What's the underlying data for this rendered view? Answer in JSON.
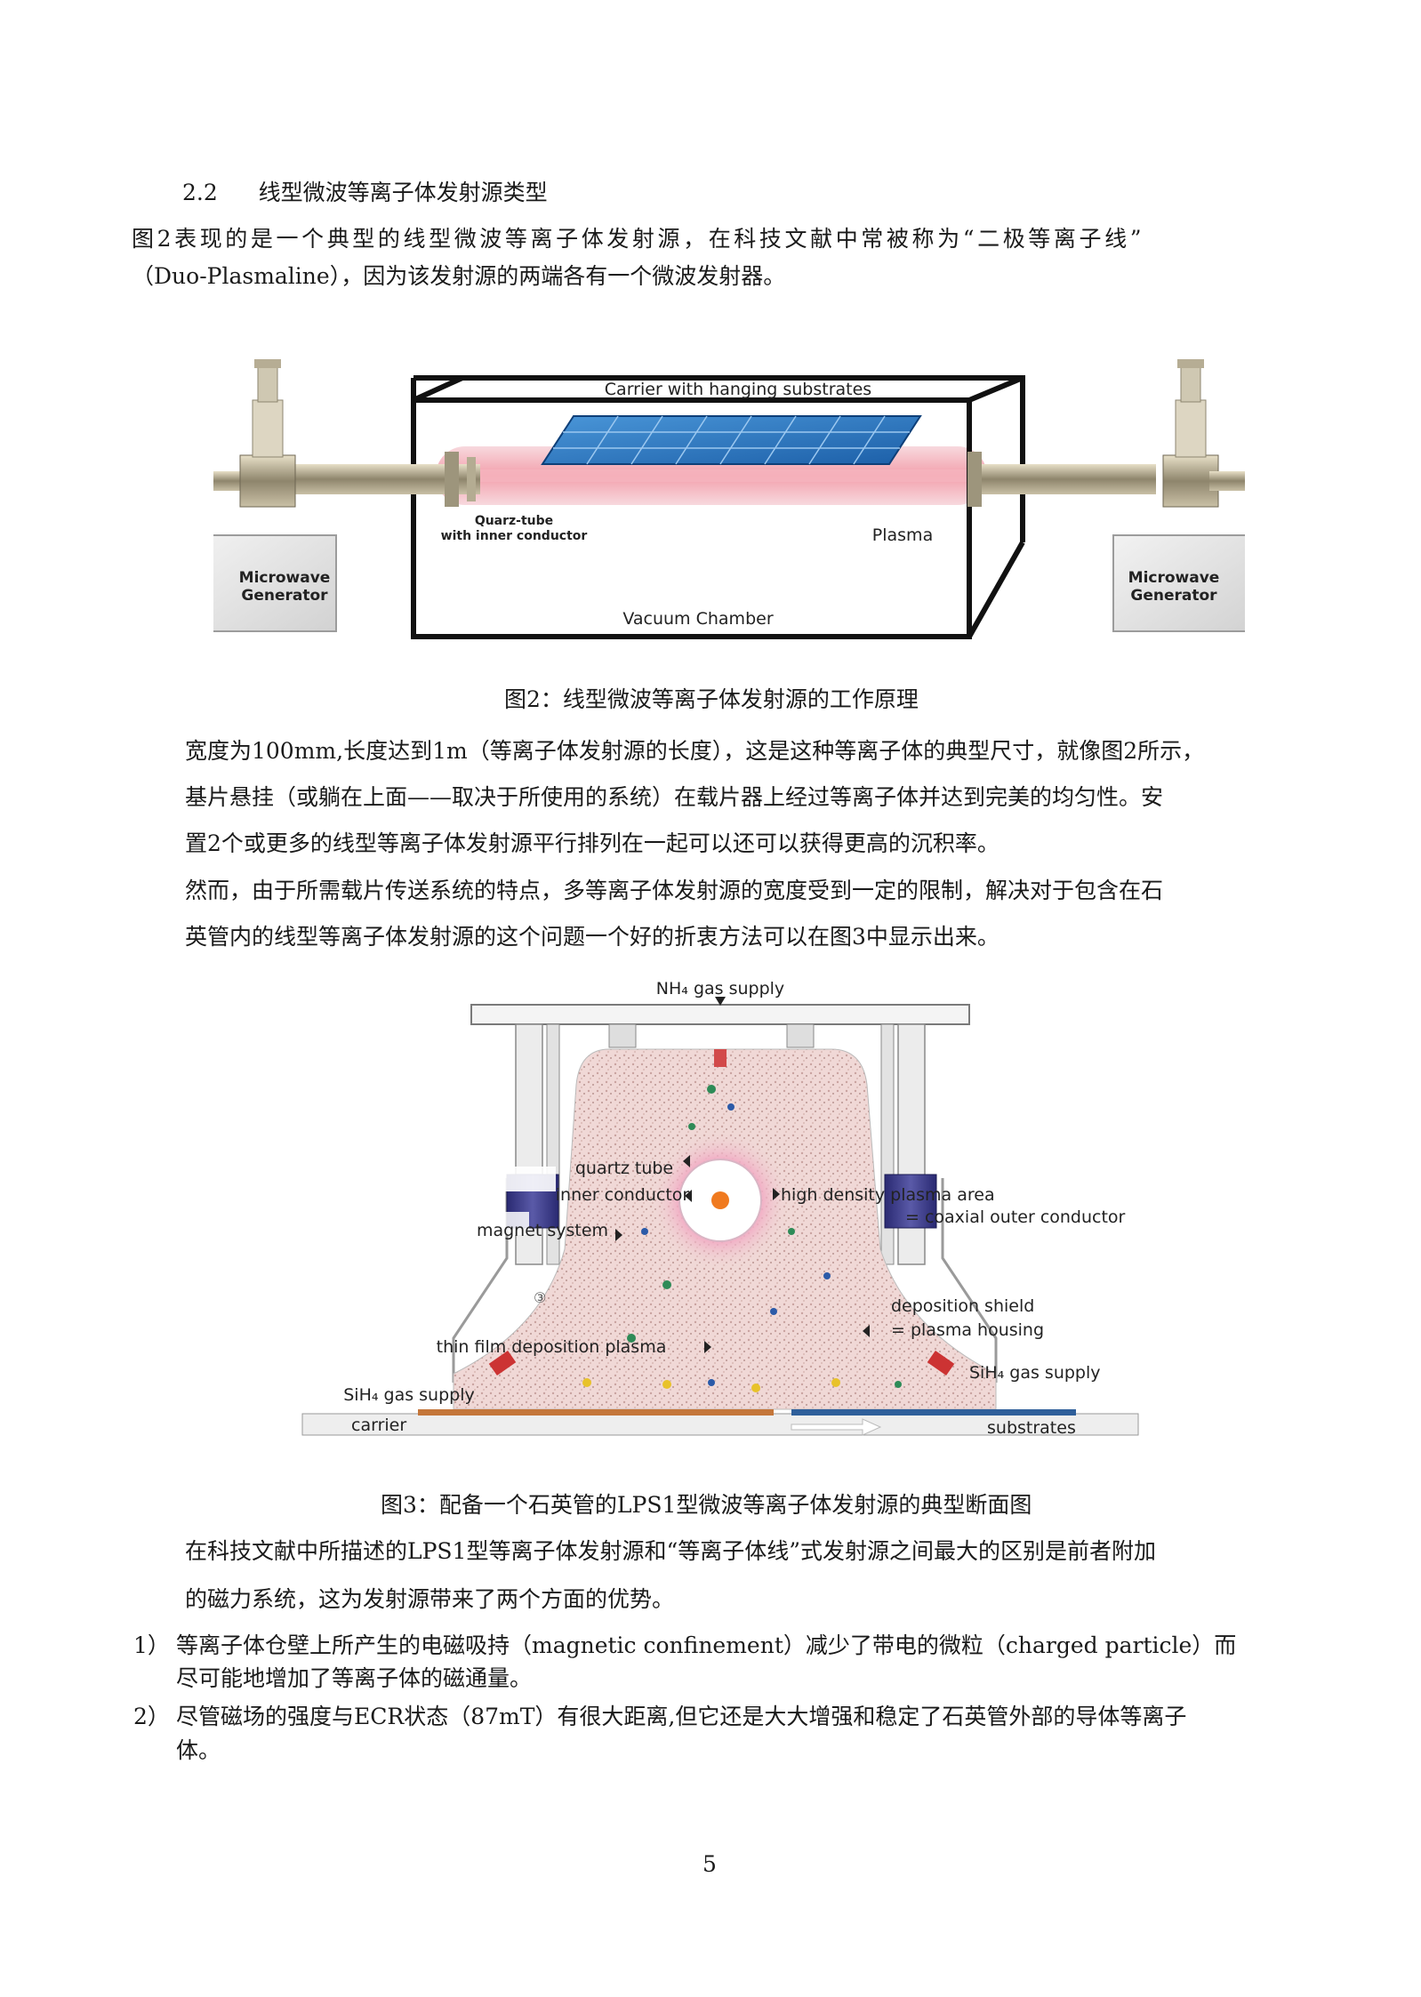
{
  "section": {
    "number": "2.2",
    "title": "线型微波等离子体发射源类型"
  },
  "intro": {
    "line1": "图2表现的是一个典型的线型微波等离子体发射源，在科技文献中常被称为“二极等离子线”",
    "line2": "（Duo-Plasmaline），因为该发射源的两端各有一个微波发射器。"
  },
  "figure2": {
    "caption": "图2：线型微波等离子体发射源的工作原理",
    "labels": {
      "carrier": "Carrier with hanging substrates",
      "quartz1": "Quarz-tube",
      "quartz2": "with inner conductor",
      "plasma": "Plasma",
      "chamber": "Vacuum Chamber",
      "gen_left_1": "Microwave",
      "gen_left_2": "Generator",
      "gen_right_1": "Microwave",
      "gen_right_2": "Generator"
    }
  },
  "para2": {
    "line1": "宽度为100mm,长度达到1m（等离子体发射源的长度），这是这种等离子体的典型尺寸，就像图2所示，",
    "line2": "基片悬挂（或躺在上面——取决于所使用的系统）在载片器上经过等离子体并达到完美的均匀性。安",
    "line3": "置2个或更多的线型等离子体发射源平行排列在一起可以还可以获得更高的沉积率。"
  },
  "para3": {
    "line1": "然而，由于所需载片传送系统的特点，多等离子体发射源的宽度受到一定的限制，解决对于包含在石",
    "line2": "英管内的线型等离子体发射源的这个问题一个好的折衷方法可以在图3中显示出来。"
  },
  "figure3": {
    "caption": "图3：配备一个石英管的LPS1型微波等离子体发射源的典型断面图",
    "labels": {
      "nh4": "NH₄ gas supply",
      "quartz_tube": "quartz tube",
      "inner_conductor": "inner conductor",
      "high_density": "high density plasma area",
      "coaxial": "= coaxial outer conductor",
      "magnet": "magnet system",
      "deposition_shield": "deposition shield",
      "plasma_housing": "= plasma housing",
      "thin_film": "thin film deposition plasma",
      "sih4_right": "SiH₄ gas supply",
      "sih4_left": "SiH₄ gas supply",
      "substrates": "substrates",
      "carrier": "carrier",
      "circled_number": "③"
    }
  },
  "para4": {
    "line1": "在科技文献中所描述的LPS1型等离子体发射源和“等离子体线”式发射源之间最大的区别是前者附加",
    "line2": "的磁力系统，这为发射源带来了两个方面的优势。"
  },
  "list": [
    {
      "marker": "1）",
      "line1": "等离子体仓壁上所产生的电磁吸持（magnetic confinement）减少了带电的微粒（charged particle）而",
      "line2": "尽可能地增加了等离子体的磁通量。"
    },
    {
      "marker": "2）",
      "line1": "尽管磁场的强度与ECR状态（87mT）有很大距离,但它还是大大增强和稳定了石英管外部的导体等离子",
      "line2": "体。"
    }
  ],
  "page_number": "5"
}
